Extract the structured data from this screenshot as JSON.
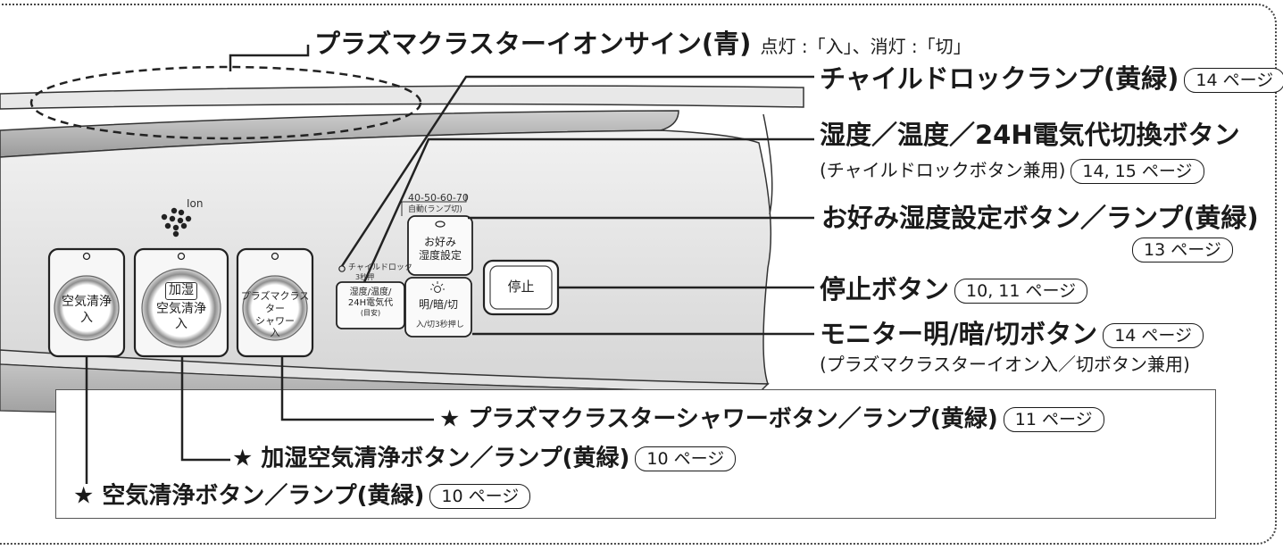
{
  "signs": {
    "plasma_sign": "プラズマクラスターイオンサイン(青)",
    "plasma_sign_note": "点灯 :「入」、消灯 :「切」"
  },
  "callouts": {
    "child_lock_lamp": "チャイルドロックランプ(黄緑)",
    "child_lock_lamp_page": "14 ページ",
    "humidity_button": "湿度／温度／24H電気代切換ボタン",
    "humidity_button_sub": "(チャイルドロックボタン兼用)",
    "humidity_button_page": "14, 15 ページ",
    "favorite_humidity": "お好み湿度設定ボタン／ランプ(黄緑)",
    "favorite_humidity_page": "13 ページ",
    "stop_button": "停止ボタン",
    "stop_button_page": "10, 11 ページ",
    "monitor_button": "モニター明/暗/切ボタン",
    "monitor_button_page": "14 ページ",
    "monitor_button_sub": "(プラズマクラスターイオン入／切ボタン兼用)",
    "shower_button": "★ プラズマクラスターシャワーボタン／ランプ(黄緑)",
    "shower_button_page": "11 ページ",
    "humidify_button": "★ 加湿空気清浄ボタン／ランプ(黄緑)",
    "humidify_button_page": "10 ページ",
    "aircleaner_button": "★ 空気清浄ボタン／ランプ(黄緑)",
    "aircleaner_button_page": "10 ページ"
  },
  "panel": {
    "ion_label": "Ion",
    "btn_clean_1": "空気清浄",
    "btn_clean_2": "入",
    "btn_humid_tag": "加湿",
    "btn_humid_1": "空気清浄",
    "btn_humid_2": "入",
    "btn_shower_1": "プラズマクラスター",
    "btn_shower_2": "シャワー",
    "btn_shower_3": "入",
    "childlock_small": "チャイルドロック",
    "childlock_small_2": "3秒押",
    "btn_mode_1": "湿度/温度/",
    "btn_mode_2": "24H電気代",
    "btn_mode_3": "(目安)",
    "hum_levels": "40-50-60-70",
    "hum_auto": "自動(ランプ切)",
    "btn_fav_1": "お好み",
    "btn_fav_2": "湿度設定",
    "btn_monitor": "明/暗/切",
    "btn_monitor_sub": "入/切3秒押し",
    "btn_stop": "停止"
  }
}
